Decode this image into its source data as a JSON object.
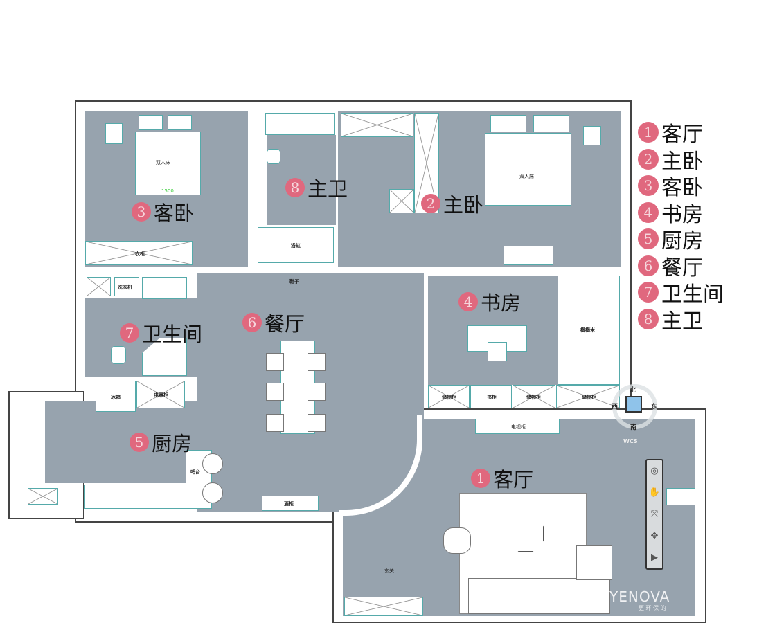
{
  "rooms": [
    {
      "num": "1",
      "name": "客厅"
    },
    {
      "num": "2",
      "name": "主卧"
    },
    {
      "num": "3",
      "name": "客卧"
    },
    {
      "num": "4",
      "name": "书房"
    },
    {
      "num": "5",
      "name": "厨房"
    },
    {
      "num": "6",
      "name": "餐厅"
    },
    {
      "num": "7",
      "name": "卫生间"
    },
    {
      "num": "8",
      "name": "主卫"
    }
  ],
  "furniture_labels": {
    "double_bed": "双人床",
    "bed_width": "1500",
    "wardrobe": "衣柜",
    "bathtub": "浴缸",
    "shoe": "鞋子",
    "washer": "洗衣机",
    "fridge": "冰箱",
    "appliance_cabinet": "电器柜",
    "bar": "吧台",
    "wine_cabinet": "酒柜",
    "tatami": "榻榻米",
    "storage": "储物柜",
    "bookcase": "书柜",
    "tv_cabinet": "电视柜",
    "entrance": "玄关"
  },
  "cad_overlay": {
    "wcs": "WCS",
    "north": "北",
    "south": "南",
    "east": "东",
    "west": "西"
  },
  "watermark": {
    "brand": "YENOVA",
    "slogan": "更 环 保 的"
  },
  "colors": {
    "floor": "#97a3ae",
    "badge": "#e0687e",
    "wall_line": "#55aaaa"
  }
}
